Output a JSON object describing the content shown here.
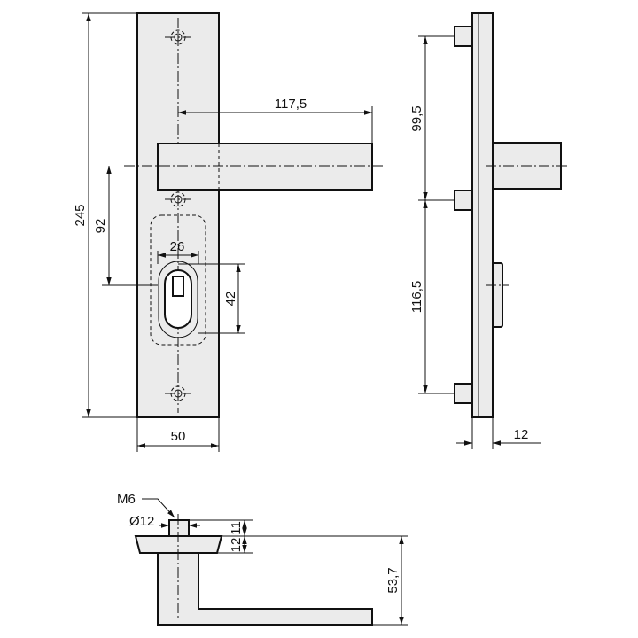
{
  "dimensions": {
    "plate_height": "245",
    "handle_axis_to_cylinder": "92",
    "handle_projection": "117,5",
    "cylinder_width": "26",
    "cylinder_height": "42",
    "plate_width": "50",
    "top_screw_spacing": "99,5",
    "bottom_screw_spacing": "116,5",
    "plate_thickness": "12",
    "thread": "M6",
    "rose_diameter": "Ø12",
    "stud_height": "11",
    "rose_height": "12",
    "handle_height": "53,7"
  }
}
